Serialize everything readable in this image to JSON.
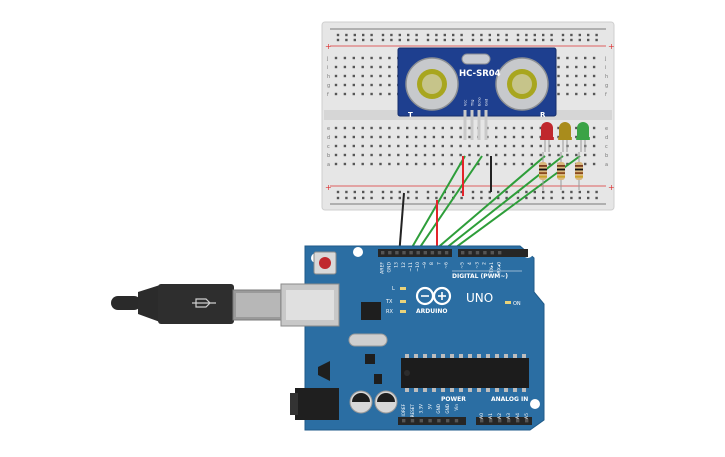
{
  "sensor": {
    "model": "HC-SR04",
    "left_label": "T",
    "right_label": "R",
    "pins": [
      "Vcc",
      "Trig",
      "Echo",
      "Gnd"
    ]
  },
  "breadboard": {
    "rail_plus": "+",
    "rail_minus": "−",
    "row_letters_top": [
      "j",
      "i",
      "h",
      "g",
      "f"
    ],
    "row_letters_bottom": [
      "e",
      "d",
      "c",
      "b",
      "a"
    ]
  },
  "leds": [
    {
      "color": "red",
      "hex": "#c0282d"
    },
    {
      "color": "yellow",
      "hex": "#a98c1c"
    },
    {
      "color": "green",
      "hex": "#3aa346"
    }
  ],
  "arduino": {
    "brand": "ARDUINO",
    "model": "UNO",
    "digital_label": "DIGITAL (PWM~)",
    "analog_label": "ANALOG IN",
    "power_label": "POWER",
    "on_label": "ON",
    "led_l": "L",
    "led_tx": "TX",
    "led_rx": "RX",
    "digital_pins": [
      "AREF",
      "GND",
      "13",
      "12",
      "~11",
      "~10",
      "~9",
      "8",
      "7",
      "~6",
      "~5",
      "4",
      "~3",
      "2",
      "TX▸1",
      "RX◂0"
    ],
    "power_pins": [
      "IOREF",
      "RESET",
      "3.3V",
      "5V",
      "GND",
      "GND",
      "Vin"
    ],
    "analog_pins": [
      "A0",
      "A1",
      "A2",
      "A3",
      "A4",
      "A5"
    ]
  },
  "colors": {
    "board": "#2b6ea3",
    "wire_green": "#2e9e3a",
    "wire_red": "#e3242b",
    "wire_black": "#222222"
  }
}
